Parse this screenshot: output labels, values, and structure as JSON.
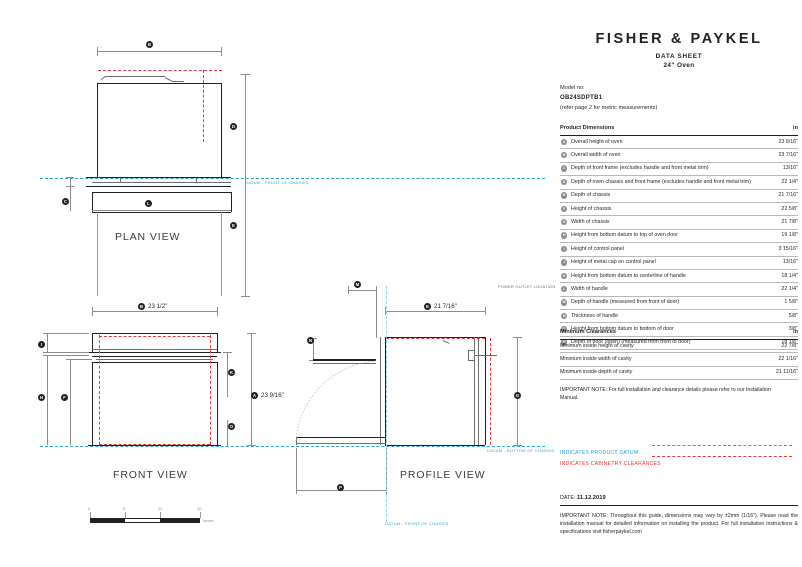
{
  "brand": "FISHER & PAYKEL",
  "header": {
    "doc_title": "DATA SHEET",
    "doc_subtitle": "24\" Oven"
  },
  "model": {
    "label": "Model no:",
    "number": "OB24SDPTB1",
    "note": "(refer page 2 for metric measurements)"
  },
  "product_dimensions": {
    "title": "Product Dimensions",
    "unit_header": "in",
    "rows": [
      {
        "key": "A",
        "label": "Overall height of oven",
        "value": "23 9/16\""
      },
      {
        "key": "B",
        "label": "Overall width of oven",
        "value": "23 7/16\""
      },
      {
        "key": "C",
        "label": "Depth of front frame (excludes handle and front metal trim)",
        "value": "13/16\""
      },
      {
        "key": "D",
        "label": "Depth of oven chassis and front frame (excludes handle and front metal trim)",
        "value": "22 1/4\""
      },
      {
        "key": "E",
        "label": "Depth of chassis",
        "value": "21 7/16\""
      },
      {
        "key": "F",
        "label": "Height of chassis",
        "value": "22 5/8\""
      },
      {
        "key": "G",
        "label": "Width of chassis",
        "value": "21 7/8\""
      },
      {
        "key": "H",
        "label": "Height from bottom datum to top of oven door",
        "value": "19 1/8\""
      },
      {
        "key": "I",
        "label": "Height of control panel",
        "value": "3 15/16\""
      },
      {
        "key": "J",
        "label": "Height of metal cap on control panel",
        "value": "13/16\""
      },
      {
        "key": "K",
        "label": "Height from bottom datum to centerline of handle",
        "value": "18 1/4\""
      },
      {
        "key": "L",
        "label": "Width of handle",
        "value": "22 1/4\""
      },
      {
        "key": "M",
        "label": "Depth of handle (measured from front of door)",
        "value": "1 5/8\""
      },
      {
        "key": "N",
        "label": "Thickness of handle",
        "value": "5/8\""
      },
      {
        "key": "O",
        "label": "Height from bottom datum to bottom of door",
        "value": "3/8\""
      },
      {
        "key": "P",
        "label": "Depth of door (open) (measured from front of door)",
        "value": "18 1/8\""
      }
    ]
  },
  "minimum_clearances": {
    "title": "Minimum Clearances",
    "unit_header": "in",
    "rows": [
      {
        "label": "Minimum inside height of cavity",
        "value": "22 7/8\""
      },
      {
        "label": "Minimum inside width of cavity",
        "value": "22 1/16\""
      },
      {
        "label": "Minimum inside depth of cavity",
        "value": "21 11/16\""
      }
    ]
  },
  "important_note": "IMPORTANT NOTE: For full installation and clearance details please refer to our Installation Manual.",
  "legend": {
    "items": [
      {
        "text": "INDICATES PRODUCT DATUM",
        "color": "#29a3d9"
      },
      {
        "text": "INDICATES CABINETRY CLEARANCES",
        "color": "#e03a3a"
      }
    ]
  },
  "date": {
    "label": "DATE:",
    "value": "11.12.2019"
  },
  "footnote": "IMPORTANT NOTE: Throughout this guide, dimensions may vary by ±2mm (1/16\"). Please read the installation manual for detailed information on installing the product. For full installation instructions & specifications visit fisherpaykel.com",
  "drawings": {
    "plan_view": {
      "label": "PLAN VIEW",
      "callouts": [
        "B",
        "D",
        "E",
        "C",
        "L"
      ],
      "datum_label": "DATUM - FRONT OF CHASSIS"
    },
    "front_view": {
      "label": "FRONT VIEW",
      "callouts": [
        "B",
        "A",
        "I",
        "H",
        "F",
        "K",
        "O"
      ],
      "width_dim": "23 1/2\"",
      "height_dim": "23 9/16\""
    },
    "profile_view": {
      "label": "PROFILE VIEW",
      "callouts": [
        "M",
        "N",
        "E",
        "P",
        "G"
      ],
      "depth_dim": "21 7/16\"",
      "power_outlet_label": "POWER OUTLET LOCATION",
      "datum_bottom_label": "DATUM - BOTTOM OF CHASSIS",
      "datum_front_label": "DATUM - FRONT OF CHASSIS"
    },
    "scale_bar": {
      "ticks": [
        "0",
        "5",
        "10",
        "20"
      ],
      "unit": "inches"
    }
  }
}
